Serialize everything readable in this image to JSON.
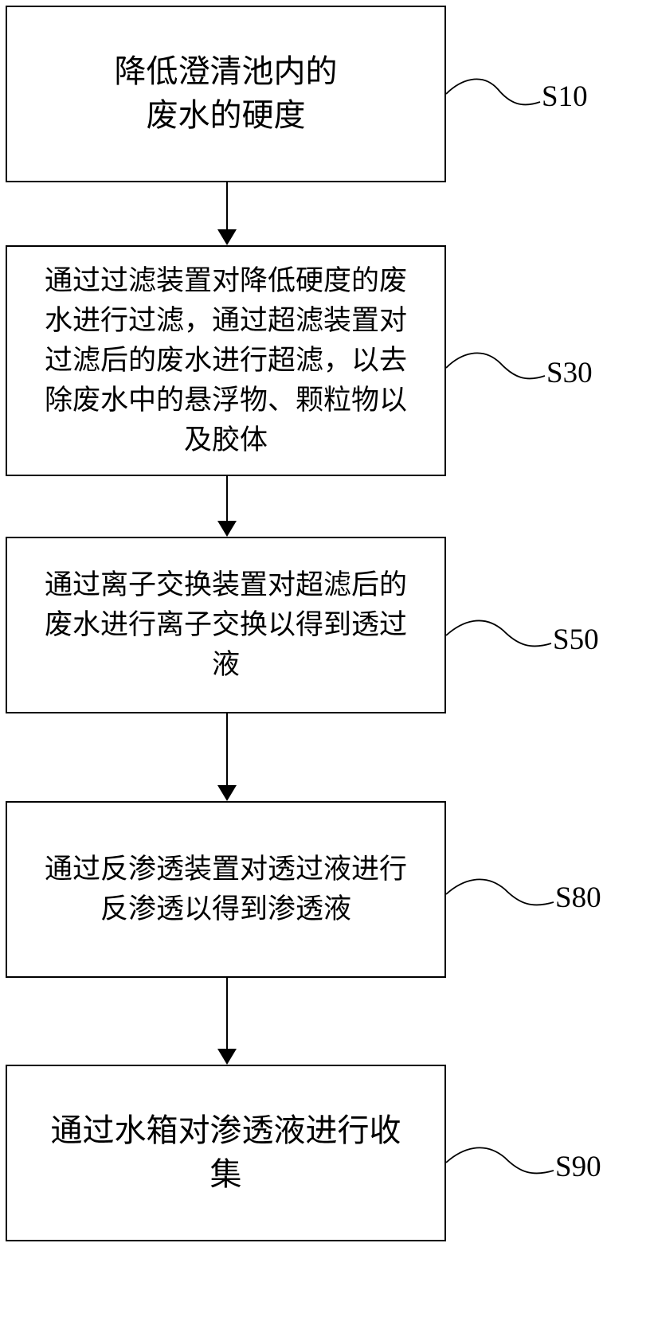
{
  "flowchart": {
    "steps": [
      {
        "id": "S10",
        "label": "S10",
        "text": "降低澄清池内的\n废水的硬度"
      },
      {
        "id": "S30",
        "label": "S30",
        "text": "通过过滤装置对降低硬度的废\n水进行过滤，通过超滤装置对\n过滤后的废水进行超滤，以去\n除废水中的悬浮物、颗粒物以\n及胶体"
      },
      {
        "id": "S50",
        "label": "S50",
        "text": "通过离子交换装置对超滤后的\n废水进行离子交换以得到透过\n液"
      },
      {
        "id": "S80",
        "label": "S80",
        "text": "通过反渗透装置对透过液进行\n反渗透以得到渗透液"
      },
      {
        "id": "S90",
        "label": "S90",
        "text": "通过水箱对渗透液进行收\n集"
      }
    ]
  }
}
